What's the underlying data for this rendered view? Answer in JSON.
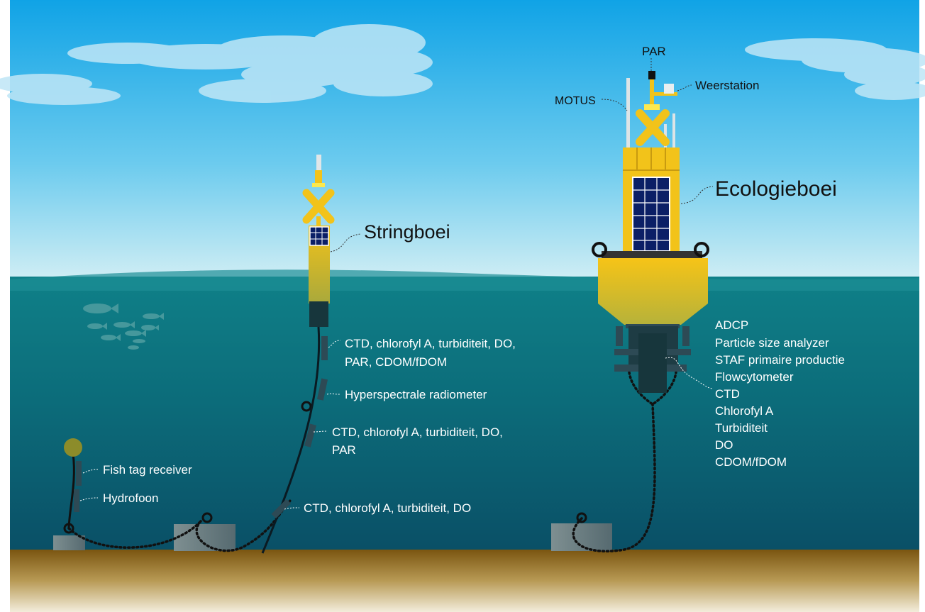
{
  "buoys": {
    "string_buoy": {
      "title": "Stringboei"
    },
    "ecology_buoy": {
      "title": "Ecologieboei"
    }
  },
  "ecology_labels": {
    "par": "PAR",
    "weather_station": "Weerstation",
    "motus": "MOTUS"
  },
  "string_sensors": [
    {
      "lines": [
        "CTD, chlorofyl A, turbiditeit, DO,",
        "PAR, CDOM/fDOM"
      ]
    },
    {
      "lines": [
        "Hyperspectrale radiometer"
      ]
    },
    {
      "lines": [
        "CTD, chlorofyl A, turbiditeit, DO,",
        "PAR"
      ]
    },
    {
      "lines": [
        "CTD, chlorofyl A, turbiditeit, DO"
      ]
    }
  ],
  "fish_mooring_sensors": [
    {
      "label": "Fish tag receiver"
    },
    {
      "label": "Hydrofoon"
    }
  ],
  "ecology_sensor_list": [
    "ADCP",
    "Particle size analyzer",
    "STAF primaire productie",
    "Flowcytometer",
    "CTD",
    "Chlorofyl A",
    "Turbiditeit",
    "DO",
    "CDOM/fDOM"
  ],
  "colors": {
    "sky_top": "#1aa6e4",
    "sky_bottom": "#d8f1f6",
    "sea": "#0f7c82",
    "seabed": "#8a6418",
    "buoy_yellow": "#f2c31a",
    "panel": "#0b1f66"
  }
}
